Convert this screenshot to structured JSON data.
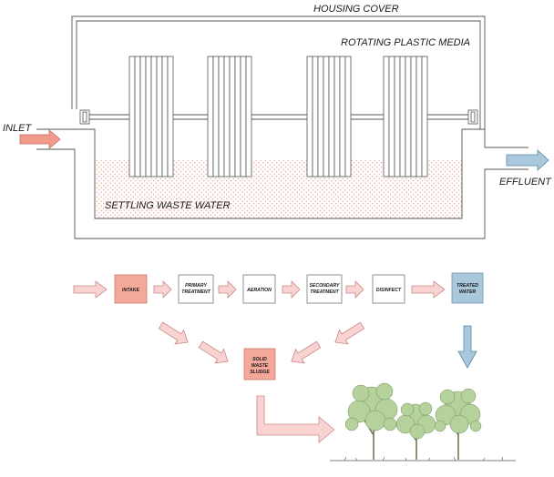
{
  "labels": {
    "housing_cover": "HOUSING COVER",
    "rotating_media": "ROTATING PLASTIC MEDIA",
    "inlet": "INLET",
    "effluent": "EFFLUENT",
    "settling": "SETTLING WASTE WATER"
  },
  "process": {
    "intake": "INTAKE",
    "primary_1": "PRIMARY",
    "primary_2": "TREATMENT",
    "aeration": "AERATION",
    "secondary_1": "SECONDARY",
    "secondary_2": "TREATMENT",
    "disinfect": "DISINFECT",
    "treated_1": "TREATED",
    "treated_2": "WATER",
    "sludge_1": "SOLID",
    "sludge_2": "WASTE",
    "sludge_3": "SLUDGE"
  },
  "colors": {
    "red_box": "#f4a89a",
    "blue_box": "#a9c8dc",
    "pink_arrow": "#f9d3d2",
    "water_dots": "#e8836f",
    "foliage": "#b5d19c"
  }
}
